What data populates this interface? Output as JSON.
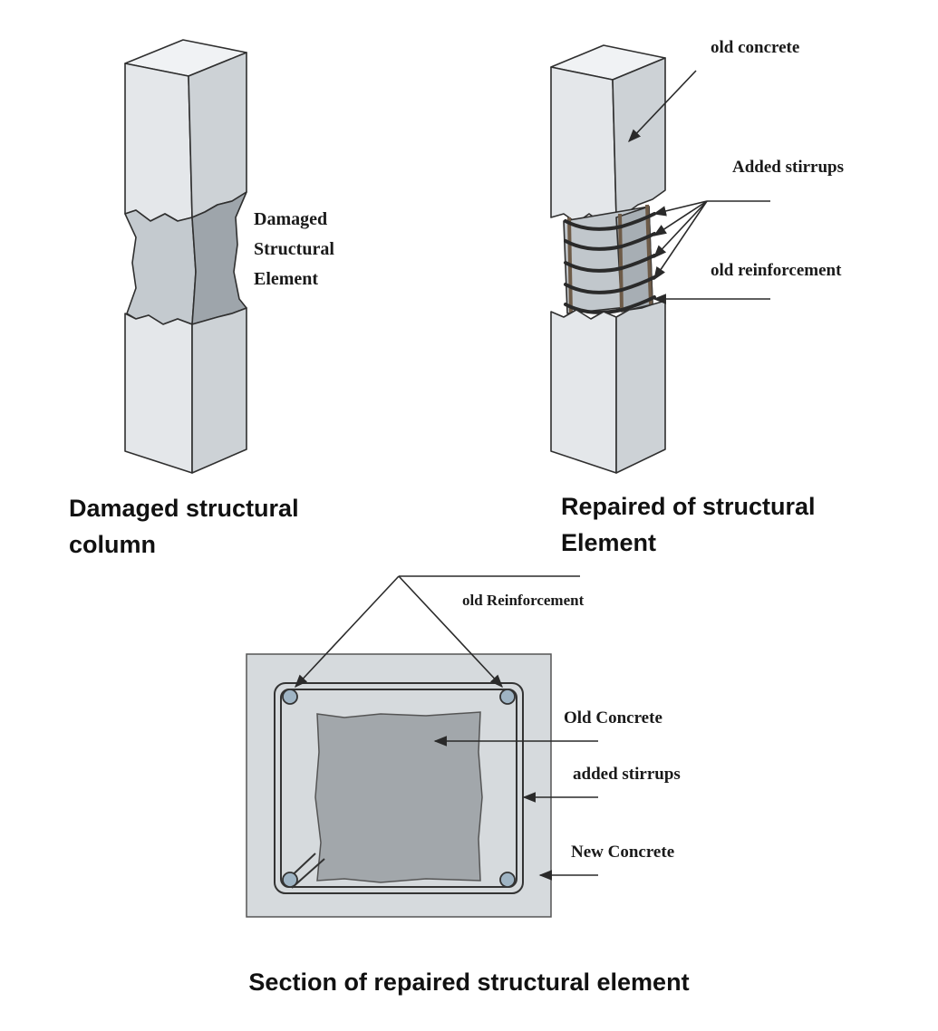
{
  "figure_left": {
    "label": [
      "Damaged",
      "Structural",
      "Element"
    ],
    "caption": [
      "Damaged structural",
      "column"
    ]
  },
  "figure_right": {
    "labels": {
      "old_concrete": "old concrete",
      "added_stirrups": "Added stirrups",
      "old_reinforcement": "old reinforcement"
    },
    "caption": [
      "Repaired of structural",
      "Element"
    ]
  },
  "figure_section": {
    "labels": {
      "old_reinforcement": "old Reinforcement",
      "old_concrete": "Old Concrete",
      "added_stirrups": "added stirrups",
      "new_concrete": "New Concrete"
    },
    "caption": "Section of repaired structural element"
  },
  "colors": {
    "front_face": "#e4e7ea",
    "side_face": "#cdd2d6",
    "top_face": "#f0f2f4",
    "damaged_core": "#b8bec3",
    "new_concrete": "#d6dadd",
    "old_concrete_section": "#a2a7ab",
    "rebar": "#9fb4c4"
  }
}
